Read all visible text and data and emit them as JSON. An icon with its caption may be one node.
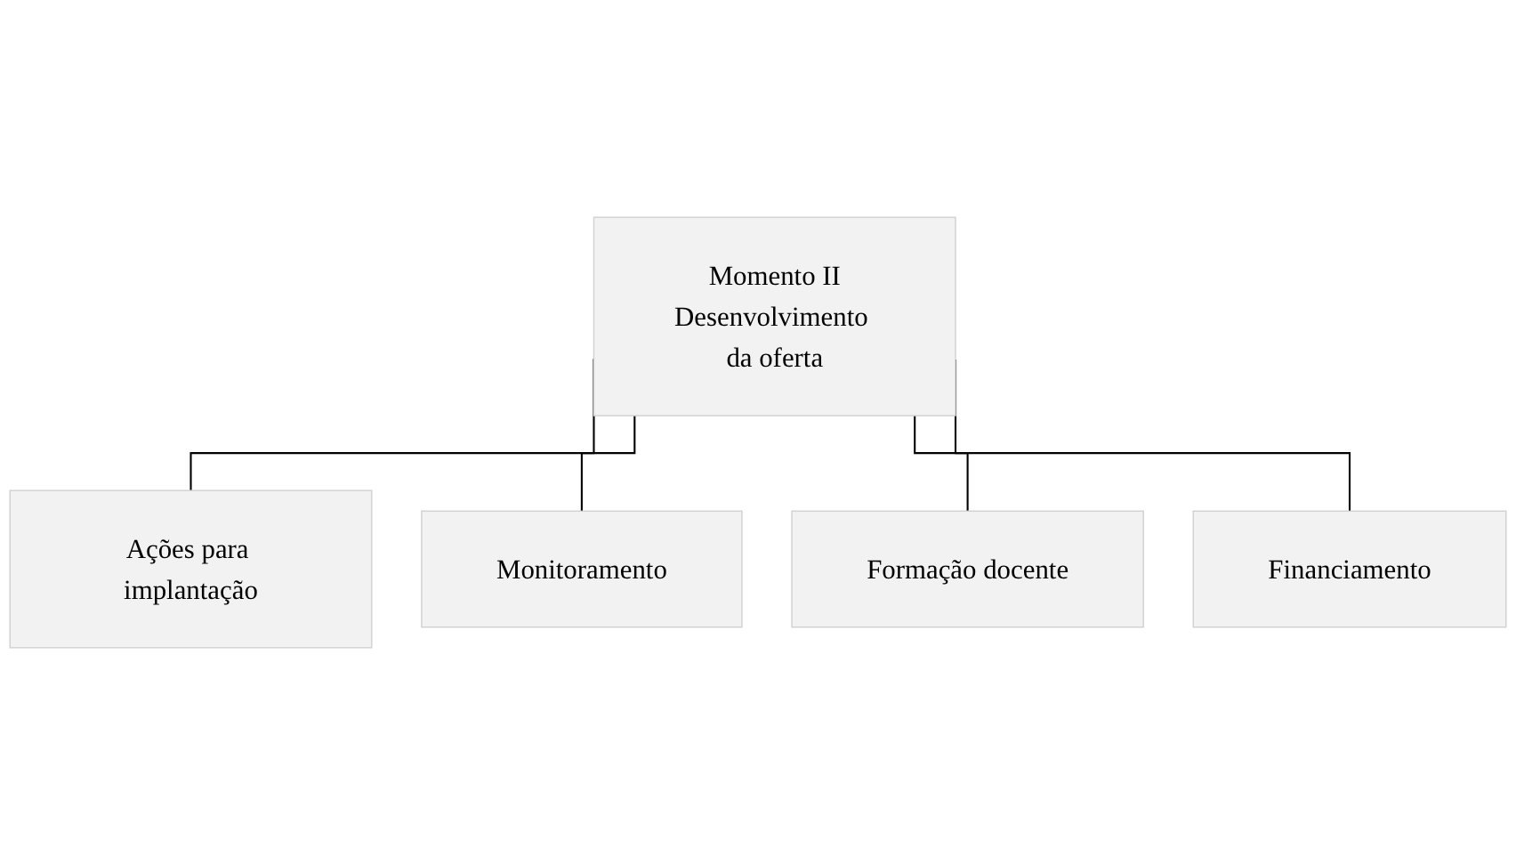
{
  "diagram": {
    "nodes": [
      {
        "text": [
          "Momento II",
          "Desenvolvimento da oferta"
        ]
      },
      {
        "text": [
          "Ações para implantação"
        ]
      },
      {
        "text": [
          "Monitoramento"
        ]
      },
      {
        "text": [
          "Formação docente"
        ]
      },
      {
        "text": [
          "Financiamento"
        ]
      }
    ],
    "edges": [
      {
        "from": 0,
        "to": 1,
        "arrow": "none"
      },
      {
        "from": 0,
        "to": 2,
        "arrow": "none"
      },
      {
        "from": 0,
        "to": 3,
        "arrow": "none"
      },
      {
        "from": 0,
        "to": 4,
        "arrow": "none"
      }
    ]
  }
}
